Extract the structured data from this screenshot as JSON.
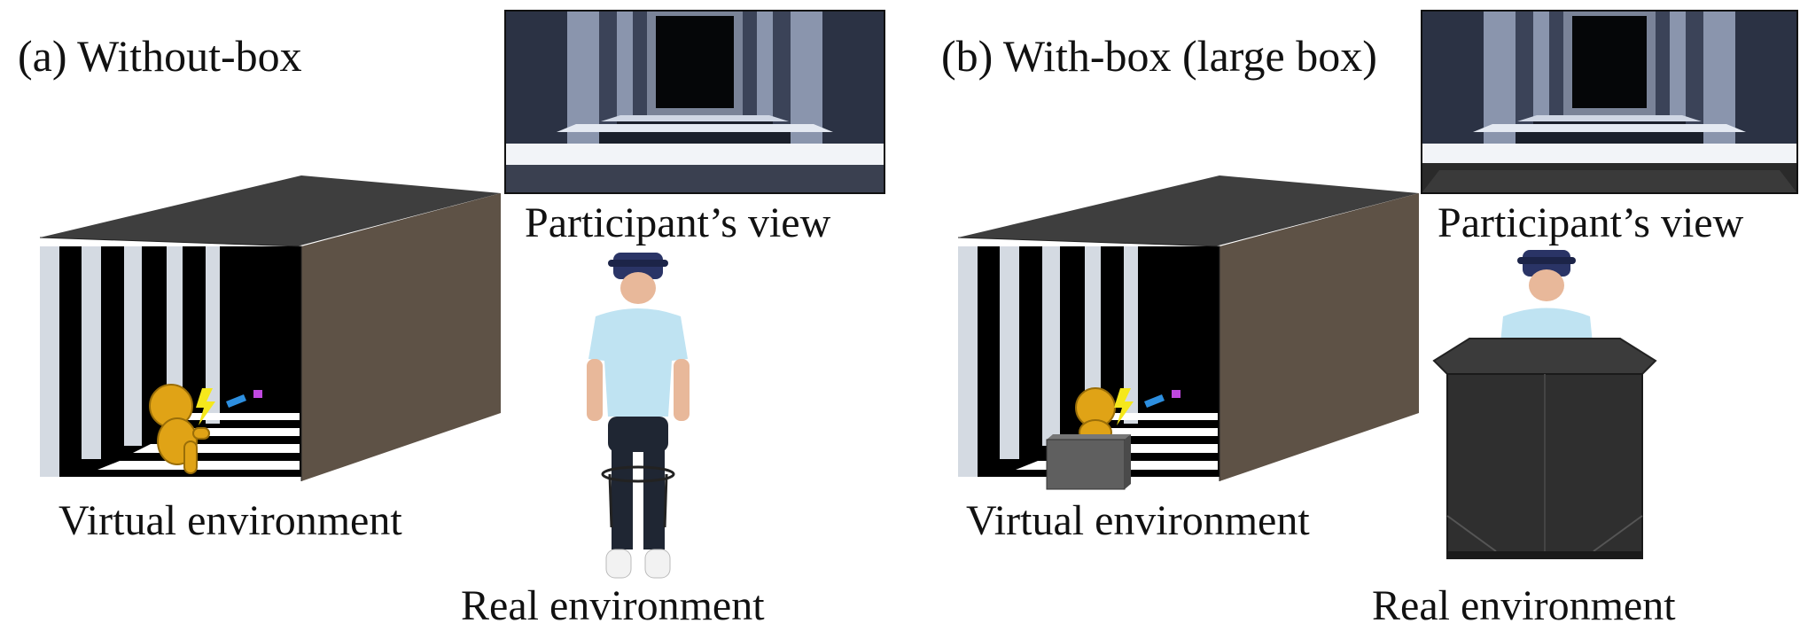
{
  "panels": [
    {
      "title": "(a) Without-box",
      "view_caption": "Participant’s view",
      "virtual_caption": "Virtual environment",
      "real_caption": "Real environment"
    },
    {
      "title": "(b) With-box (large box)",
      "view_caption": "Participant’s view",
      "virtual_caption": "Virtual environment",
      "real_caption": "Real environment"
    }
  ],
  "icons": {
    "avatar": "seated-avatar-icon",
    "lightning": "lightning-icon",
    "headset": "vr-headset-icon"
  },
  "colors": {
    "room_top": "#3f3f3f",
    "room_side": "#5e5246",
    "stripe_light": "#d4dae2",
    "stripe_dark": "#000000",
    "avatar": "#e0a316",
    "lightning": "#f5e81c",
    "cube_blue": "#2d8fe0",
    "cube_purple": "#c048e0",
    "virtual_box": "#5f5f5f",
    "shirt": "#bfe3f2",
    "headset": "#2a3466",
    "real_box": "#2f2f2f"
  }
}
